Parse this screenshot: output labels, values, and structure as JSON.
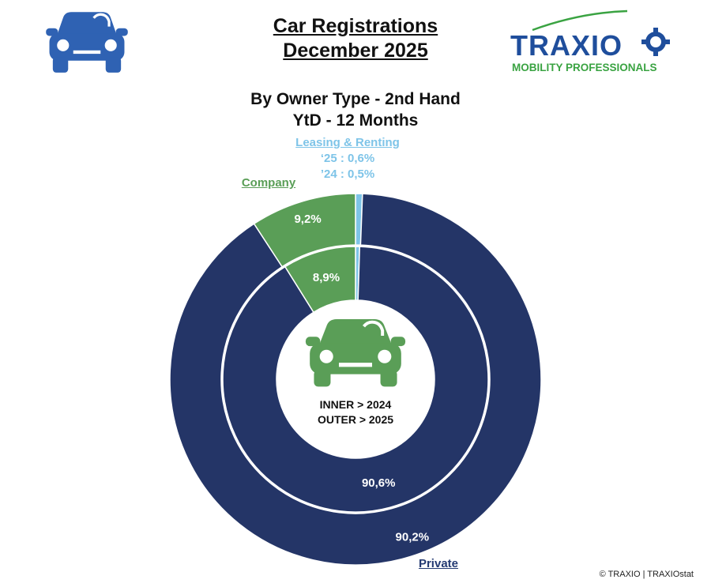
{
  "header": {
    "title_line1": "Car Registrations",
    "title_line2": "December 2025",
    "subtitle_line1": "By Owner Type - 2nd Hand",
    "subtitle_line2": "YtD - 12 Months"
  },
  "logo": {
    "text": "TRAXIO",
    "tagline": "MOBILITY PROFESSIONALS",
    "color_main": "#1f4e9c",
    "color_accent": "#3aa342"
  },
  "legend": {
    "leasing_title": "Leasing & Renting",
    "leasing_25": "‘25 : 0,6%",
    "leasing_24": "’24 : 0,5%",
    "company_title": "Company",
    "private_title": "Private"
  },
  "center": {
    "line1": "INNER > 2024",
    "line2": "OUTER > 2025"
  },
  "copyright": "© TRAXIO | TRAXIOstat",
  "colors": {
    "private": "#243567",
    "company": "#5a9e57",
    "leasing": "#7ec4e8",
    "car_left": "#2f62b3",
    "car_center": "#5a9e57"
  },
  "icons": {
    "left": "car-icon",
    "center": "car-icon"
  },
  "chart_data": {
    "type": "pie",
    "title": "Car Registrations December 2025",
    "categories": [
      "Leasing & Renting",
      "Private",
      "Company"
    ],
    "series": [
      {
        "name": "2025",
        "values": [
          0.6,
          90.2,
          9.2
        ],
        "labels": [
          "",
          "90,2%",
          "9,2%"
        ]
      },
      {
        "name": "2024",
        "values": [
          0.5,
          90.6,
          8.9
        ],
        "labels": [
          "",
          "90,6%",
          "8,9%"
        ]
      }
    ]
  }
}
